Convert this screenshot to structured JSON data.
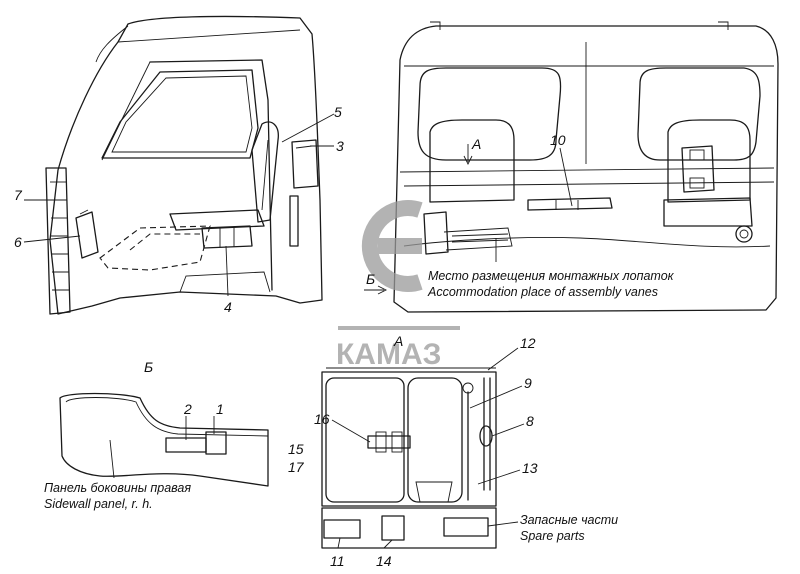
{
  "callouts": {
    "n1": "1",
    "n2": "2",
    "n3": "3",
    "n4": "4",
    "n5": "5",
    "n6": "6",
    "n7": "7",
    "n8": "8",
    "n9": "9",
    "n10": "10",
    "n11": "11",
    "n12": "12",
    "n13": "13",
    "n14": "14",
    "n15": "15",
    "n16": "16",
    "n17": "17"
  },
  "view_labels": {
    "a_top": "A",
    "a_bottom": "A",
    "b_arrow": "Б",
    "b_title": "Б"
  },
  "captions": {
    "assembly_ru": "Место размещения монтажных лопаток",
    "assembly_en": "Accommodation place of assembly vanes",
    "sidewall_ru": "Панель боковины правая",
    "sidewall_en": "Sidewall panel, r. h.",
    "spare_ru": "Запасные части",
    "spare_en": "Spare parts"
  },
  "watermark": {
    "text": "КАМАЗ",
    "color": "#9a9a9a"
  }
}
